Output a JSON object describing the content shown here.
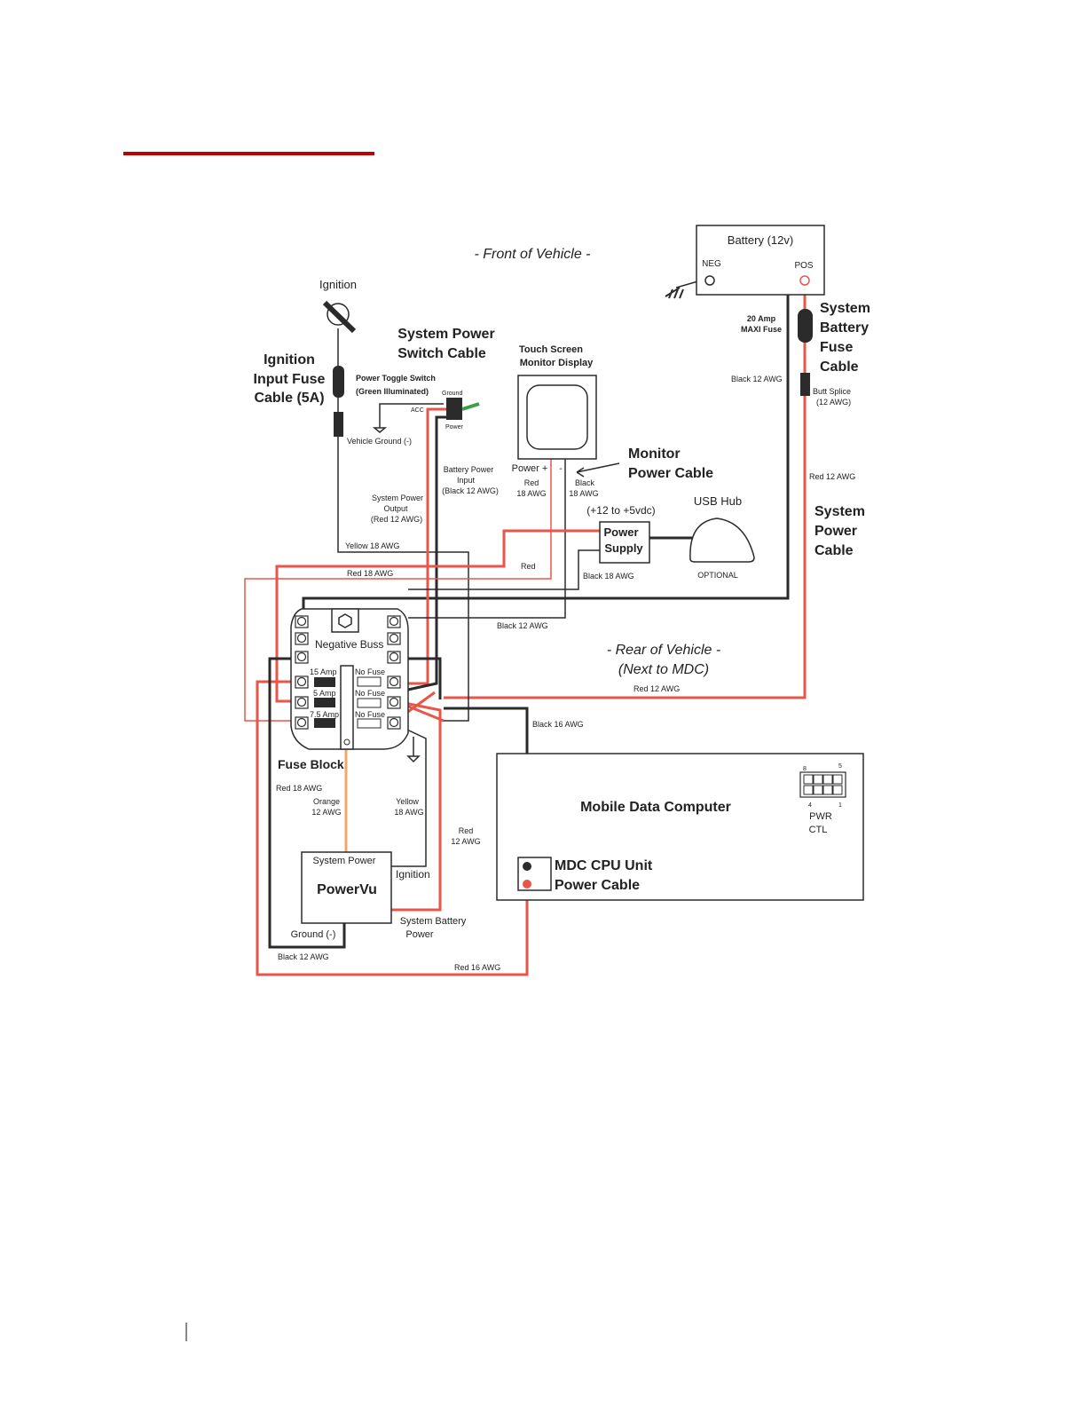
{
  "colors": {
    "header_rule": "#c00000",
    "red_wire": "#e8564a",
    "black_wire": "#2b2b2b",
    "orange_wire": "#f0a868",
    "green_wire": "#3aa04a"
  },
  "labels": {
    "front": "- Front of Vehicle -",
    "rear1": "- Rear of Vehicle -",
    "rear2": "(Next to MDC)",
    "battery": "Battery (12v)",
    "neg": "NEG",
    "pos": "POS",
    "maxi1": "20 Amp",
    "maxi2": "MAXI Fuse",
    "sbfc1": "System",
    "sbfc2": "Battery",
    "sbfc3": "Fuse",
    "sbfc4": "Cable",
    "butt1": "Butt Splice",
    "butt2": "(12 AWG)",
    "black12a": "Black 12 AWG",
    "red12a": "Red 12 AWG",
    "spc1": "System",
    "spc2": "Power",
    "spc3": "Cable",
    "ignition": "Ignition",
    "ifc1": "Ignition",
    "ifc2": "Input Fuse",
    "ifc3": "Cable (5A)",
    "vground": "Vehicle Ground (-)",
    "spsc1": "System Power",
    "spsc2": "Switch Cable",
    "pts1": "Power Toggle Switch",
    "pts2": "(Green Illuminated)",
    "acc": "ACC",
    "ground": "Ground",
    "power": "Power",
    "tsm1": "Touch Screen",
    "tsm2": "Monitor Display",
    "bpi1": "Battery Power",
    "bpi2": "Input",
    "bpi3": "(Black 12 AWG)",
    "spo1": "System Power",
    "spo2": "Output",
    "spo3": "(Red 12 AWG)",
    "powerplus": "Power +",
    "minus": "-",
    "red18": "Red",
    "red18b": "18 AWG",
    "black18": "Black",
    "black18b": "18 AWG",
    "mpc1": "Monitor",
    "mpc2": "Power Cable",
    "voltage": "(+12 to +5vdc)",
    "usbhub": "USB Hub",
    "ps1": "Power",
    "ps2": "Supply",
    "optional": "OPTIONAL",
    "yellow18": "Yellow 18 AWG",
    "red18awg": "Red 18 AWG",
    "red": "Red",
    "black18awg": "Black 18 AWG",
    "black12b": "Black 12 AWG",
    "negbuss": "Negative Buss",
    "f15": "15 Amp",
    "f5": "5 Amp",
    "f75": "7.5 Amp",
    "nofuse1": "No Fuse",
    "nofuse2": "No Fuse",
    "nofuse3": "No Fuse",
    "red12b": "Red 12 AWG",
    "black16": "Black 16 AWG",
    "fuseblock": "Fuse Block",
    "red18c": "Red 18 AWG",
    "orange1": "Orange",
    "orange2": "12 AWG",
    "yellow1": "Yellow",
    "yellow2": "18 AWG",
    "redx1": "Red",
    "redx2": "12 AWG",
    "sp": "System Power",
    "powervu": "PowerVu",
    "ign": "Ignition",
    "sbp1": "System Battery",
    "sbp2": "Power",
    "gnd": "Ground (-)",
    "black12c": "Black 12 AWG",
    "red16": "Red 16 AWG",
    "mdc": "Mobile Data Computer",
    "pin8": "8",
    "pin5": "5",
    "pin4": "4",
    "pin1": "1",
    "pwr": "PWR",
    "ctl": "CTL",
    "mdccpu1": "MDC CPU Unit",
    "mdccpu2": "Power Cable"
  }
}
